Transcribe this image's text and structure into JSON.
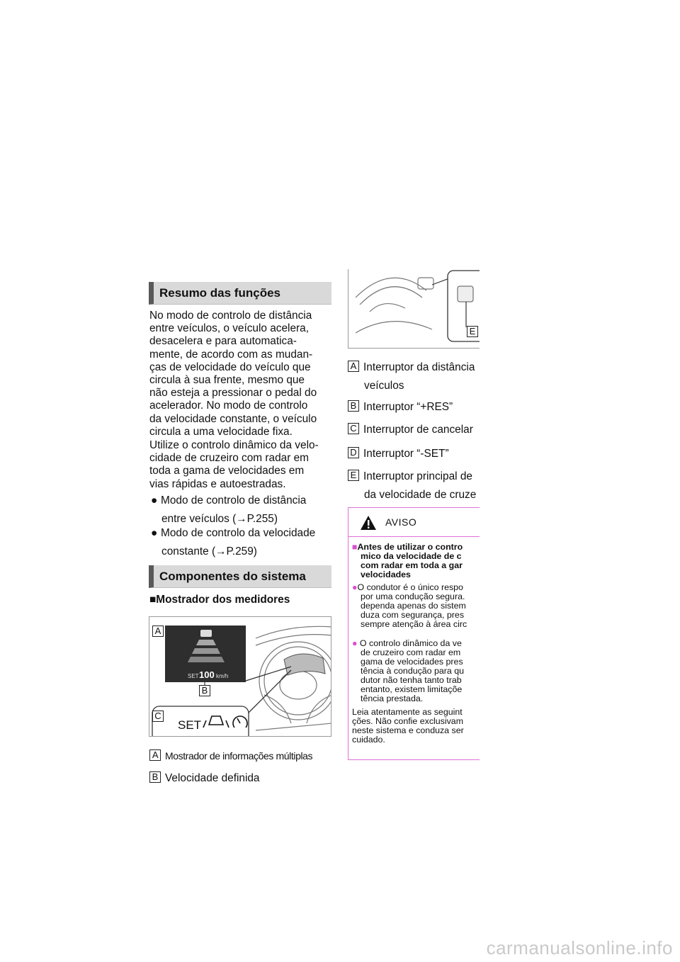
{
  "left": {
    "header1": "Resumo das funções",
    "intro_lines": [
      "No modo de controlo de distância",
      "entre veículos, o veículo acelera,",
      "desacelera e para automatica-",
      "mente, de acordo com as mudan-",
      "ças de velocidade do veículo que",
      "circula à sua frente, mesmo que",
      "não esteja a pressionar o pedal do",
      "acelerador. No modo de controlo",
      "da velocidade constante, o veículo",
      "circula a uma velocidade fixa."
    ],
    "para2_lines": [
      "Utilize o controlo dinâmico da velo-",
      "cidade de cruzeiro com radar em",
      "toda a gama de velocidades em",
      "vias rápidas e autoestradas."
    ],
    "bullets": [
      {
        "line1": "Modo de controlo de distância",
        "line2": "entre veículos (→P.255)"
      },
      {
        "line1": "Modo de controlo da velocidade",
        "line2": "constante (→P.259)"
      }
    ],
    "header2": "Componentes do sistema",
    "subheader": "■Mostrador dos medidores",
    "display": {
      "set": "SET",
      "speed": "100",
      "unit": "km/h",
      "big_set": "SET"
    },
    "callouts": [
      "A",
      "B",
      "C"
    ],
    "legend": [
      {
        "label": "A",
        "text": "Mostrador de informações múltiplas"
      },
      {
        "label": "B",
        "text": "Velocidade definida"
      }
    ]
  },
  "right": {
    "callout_e": "E",
    "legend": [
      {
        "label": "A",
        "line1": "Interruptor da distância",
        "line2": "veículos"
      },
      {
        "label": "B",
        "line1": "Interruptor “+RES”"
      },
      {
        "label": "C",
        "line1": "Interruptor de cancelar"
      },
      {
        "label": "D",
        "line1": "Interruptor “-SET”"
      },
      {
        "label": "E",
        "line1": "Interruptor principal de",
        "line2": "da velocidade de cruze"
      }
    ],
    "warning": {
      "title": "AVISO",
      "head_lines": [
        "■Antes de utilizar o contro",
        "mico da velocidade de c",
        "com radar em toda a gar",
        "velocidades"
      ],
      "bullet1_lines": [
        "●O condutor é o único respo",
        "por uma condução segura.",
        "dependa apenas do sistem",
        "duza com segurança, pres",
        "sempre atenção à área circ"
      ],
      "bullet2_lines": [
        "● O controlo dinâmico da ve",
        "de cruzeiro com radar em",
        "gama de velocidades pres",
        "tência à condução para qu",
        "dutor não tenha tanto trab",
        "entanto, existem limitaçõe",
        "tência prestada."
      ],
      "footer_lines": [
        "Leia atentamente as seguint",
        "ções. Não confie exclusivam",
        "neste sistema e conduza ser",
        "cuidado."
      ]
    }
  },
  "watermark": "carmanualsonline.info"
}
